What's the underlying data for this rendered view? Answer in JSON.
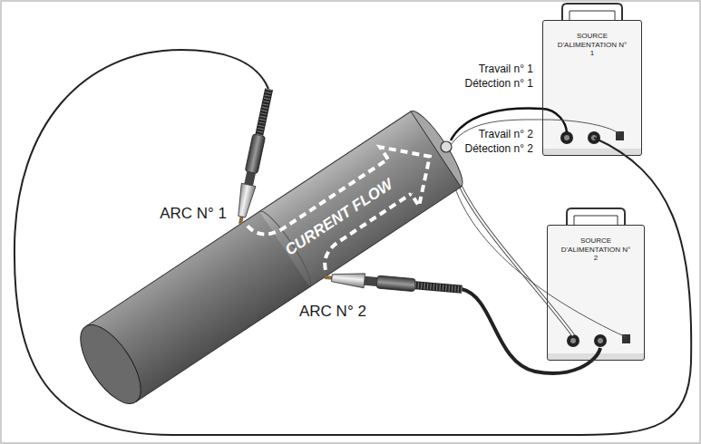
{
  "diagram": {
    "nodes": [
      {
        "text": [
          "SOURCE D'ALIMENTATION N° 1"
        ]
      },
      {
        "text": [
          "SOURCE D'ALIMENTATION N° 2"
        ]
      }
    ],
    "labels": [
      "ARC N° 1",
      "ARC N° 2",
      "CURRENT FLOW",
      "Travail n° 1",
      "Détection n° 1",
      "Travail n° 2",
      "Détection n° 2"
    ]
  }
}
